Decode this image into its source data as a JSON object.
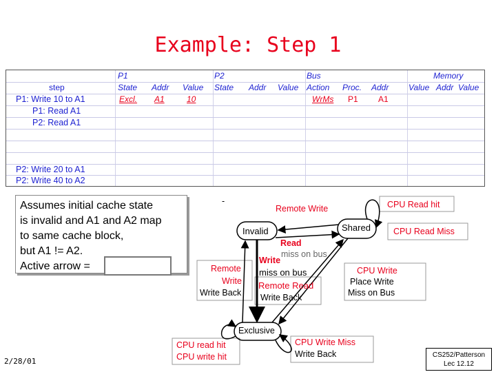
{
  "slide": {
    "title": "Example: Step 1",
    "date": "2/28/01",
    "course_line1": "CS252/Patterson",
    "course_line2": "Lec 12.12"
  },
  "table": {
    "group_headers": {
      "p1": "P1",
      "p2": "P2",
      "bus": "Bus",
      "memory": "Memory"
    },
    "column_headers": [
      "step",
      "State",
      "Addr",
      "Value",
      "State",
      "Addr",
      "Value",
      "Action",
      "Proc.",
      "Addr",
      "Value",
      "Addr",
      "Value"
    ],
    "rows": [
      {
        "step": "P1: Write 10 to A1",
        "p1_state": "Excl.",
        "p1_addr": "A1",
        "p1_value": "10",
        "bus_action": "WrMs",
        "bus_proc": "P1",
        "bus_addr": "A1"
      },
      {
        "step": "P1: Read A1"
      },
      {
        "step": "P2: Read A1"
      },
      {
        "step": ""
      },
      {
        "step": ""
      },
      {
        "step": ""
      },
      {
        "step": "P2: Write 20 to A1"
      },
      {
        "step": "P2: Write 40 to A2"
      }
    ]
  },
  "note": {
    "lines": [
      "Assumes initial cache state",
      "is invalid and A1 and A2 map",
      "to same cache block,",
      "but A1 != A2."
    ],
    "active_arrow_label": "Active arrow ="
  },
  "diagram": {
    "state_invalid": "Invalid",
    "state_shared": "Shared",
    "state_exclusive": "Exclusive",
    "remote_write": "Remote Write",
    "cpu_read_hit": "CPU Read hit",
    "cpu_read_miss": "CPU Read Miss",
    "read_miss_read": "Read",
    "read_miss_rest": "miss on bus",
    "write_miss_write": "Write",
    "write_miss_rest": "miss on bus",
    "remote_write_left1": "Remote",
    "remote_write_left2": "Write",
    "write_back_left": "Write Back",
    "remote_read": "Remote Read",
    "write_back_mid": "Write Back",
    "cpu_write_1": "CPU Write",
    "cpu_write_2": "Place Write",
    "cpu_write_3": "Miss on Bus",
    "cpu_hit_1": "CPU read hit",
    "cpu_hit_2": "CPU write hit",
    "cpu_write_miss": "CPU Write Miss",
    "write_back_bottom": "Write Back",
    "dash": "-"
  },
  "colors": {
    "title": "#e8001c",
    "header": "#1b1fd1",
    "highlight": "#e8001c"
  }
}
